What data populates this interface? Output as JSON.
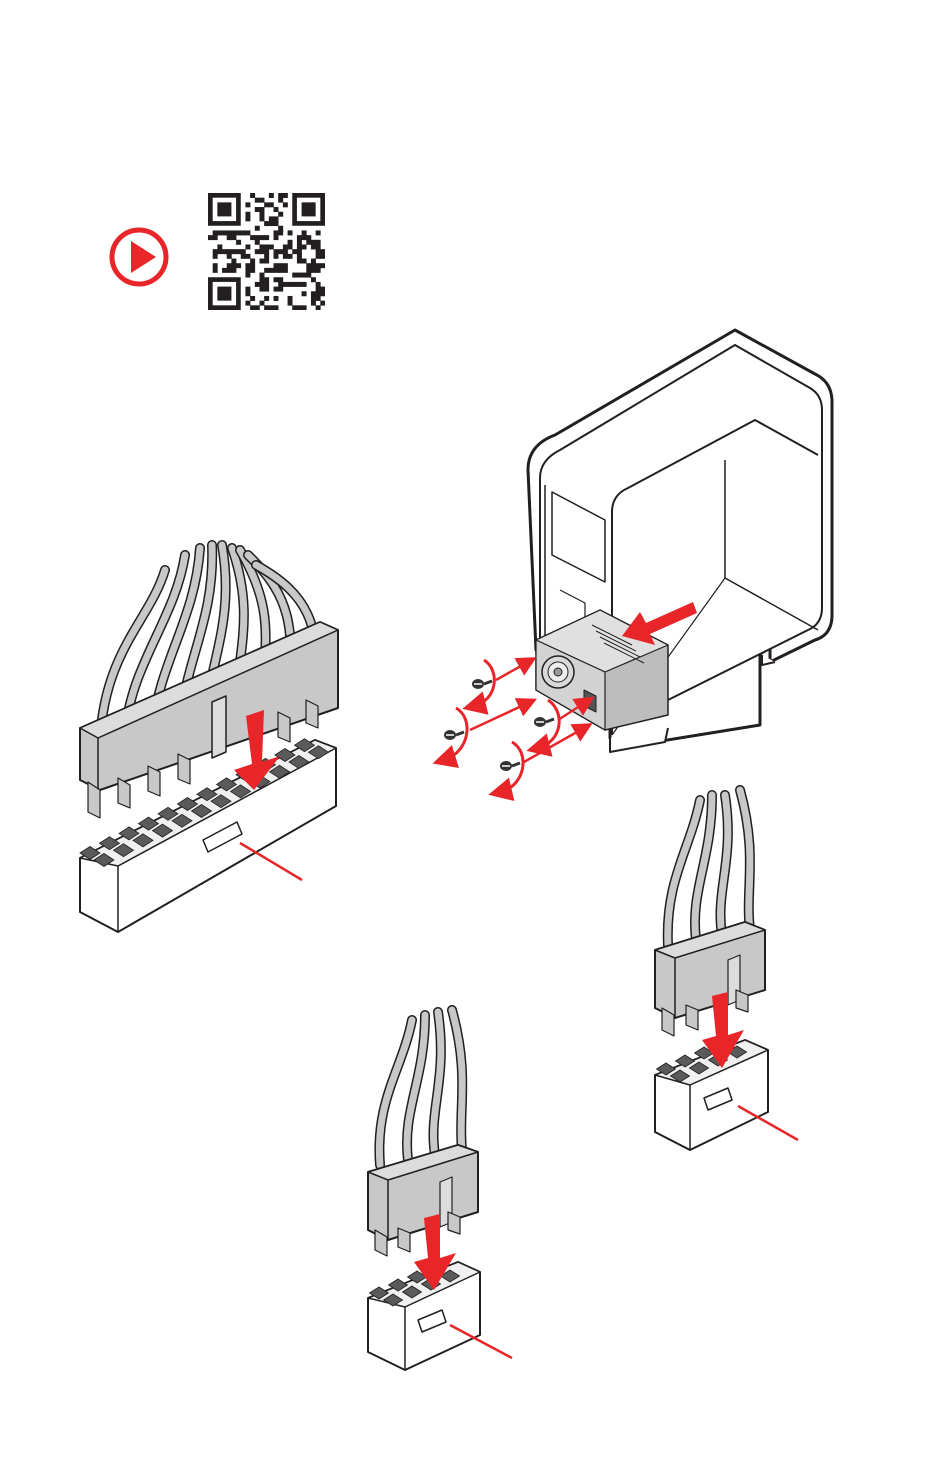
{
  "page": {
    "background": "#ffffff"
  },
  "colors": {
    "accent_red": "#e8262a",
    "line_dark": "#231f20",
    "connector_gray": "#c8c8c8",
    "pin_dark": "#5a5a5a",
    "housing_white": "#ffffff"
  },
  "video_link": {
    "icon": "play-circle-icon",
    "qr_icon": "qr-code-icon"
  },
  "illustrations": [
    {
      "id": "psu-install",
      "icon": "case-psu-install-illustration"
    },
    {
      "id": "atx-24pin",
      "icon": "atx-24pin-connector-illustration"
    },
    {
      "id": "cpu-8pin",
      "icon": "eps-8pin-connector-illustration"
    },
    {
      "id": "pcie-8pin",
      "icon": "pcie-8pin-connector-illustration"
    }
  ]
}
